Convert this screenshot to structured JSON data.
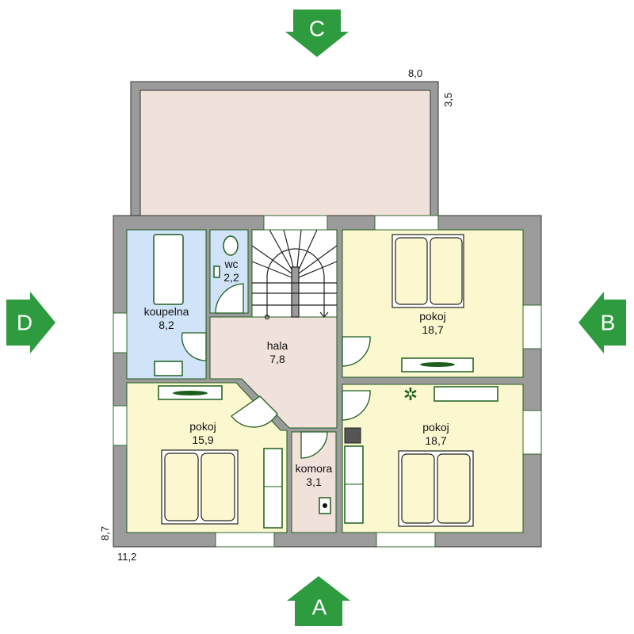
{
  "title": "Floor plan – upper floor",
  "colors": {
    "wall": "#9b9b9b",
    "terrace": "#f1e1db",
    "bathroom": "#d0e3f8",
    "hall": "#f1e1db",
    "room": "#fbf7cf",
    "arrow": "#2e9b3f",
    "furniture": "#1d5e1d"
  },
  "directions": {
    "top": "C",
    "left": "D",
    "right": "B",
    "bottom": "A"
  },
  "dimensions": {
    "terrace_width": "8,0",
    "terrace_depth": "3,5",
    "house_depth": "8,7",
    "house_width": "11,2"
  },
  "rooms": [
    {
      "name": "koupelna",
      "area": "8,2"
    },
    {
      "name": "wc",
      "area": "2,2"
    },
    {
      "name": "hala",
      "area": "7,8"
    },
    {
      "name": "pokoj",
      "area": "18,7"
    },
    {
      "name": "pokoj",
      "area": "15,9"
    },
    {
      "name": "komora",
      "area": "3,1"
    },
    {
      "name": "pokoj",
      "area": "18,7"
    }
  ]
}
